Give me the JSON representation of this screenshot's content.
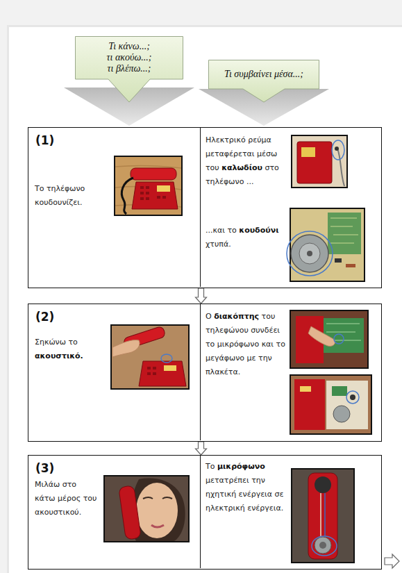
{
  "diagram": {
    "nodes": [
      {
        "text": [
          "Τι κάνω...; τι ακούω...; τι βλέπω...;"
        ]
      },
      {
        "text": [
          "Τι συμβαίνει μέσα...;"
        ]
      },
      {
        "text": [
          "(1)"
        ]
      },
      {
        "text": [
          "Το τηλέφωνο κουδουνίζει."
        ],
        "in": 2
      },
      {
        "text": [
          "Ηλεκτρικό ρεύμα μεταφέρεται μέσω του καλωδίου στο τηλέφωνο ...",
          "...και το κουδούνι χτυπά."
        ],
        "in": 2
      },
      {
        "text": [
          "(2)"
        ]
      },
      {
        "text": [
          "Σηκώνω το ακουστικό."
        ],
        "in": 5
      },
      {
        "text": [
          "Ο διακόπτης του τηλεφώνου συνδέει το μικρόφωνο και το μεγάφωνο με την πλακέτα."
        ],
        "in": 5
      },
      {
        "text": [
          "(3)"
        ]
      },
      {
        "text": [
          "Μιλάω στο κάτω μέρος του ακουστικού."
        ],
        "in": 8
      },
      {
        "text": [
          "Το μικρόφωνο μετατρέπει την ηχητική ενέργεια σε ηλεκτρική ενέργεια."
        ],
        "in": 8
      }
    ],
    "edges": [
      {
        "from": 2,
        "to": 5,
        "arrow": "to"
      },
      {
        "from": 5,
        "to": 8,
        "arrow": "to"
      }
    ]
  }
}
